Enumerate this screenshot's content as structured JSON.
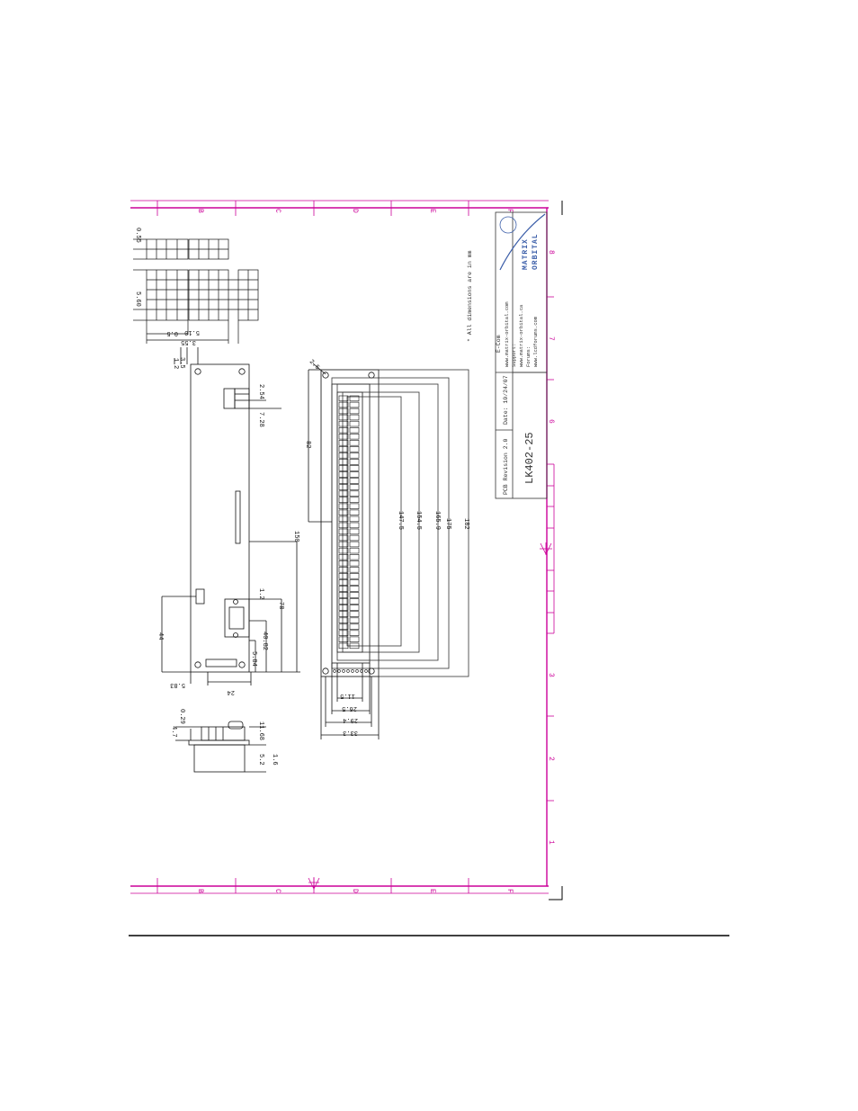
{
  "grid": {
    "row_letters": [
      "B",
      "C",
      "D",
      "E",
      "F"
    ],
    "col_numbers": [
      "8",
      "7",
      "6",
      "3",
      "2",
      "1"
    ]
  },
  "title_block": {
    "email_label": "E-Com",
    "email_lines": [
      "www.matrix-orbital.com",
      "Support:",
      "www.matrix-orbital.ca",
      "Forums:",
      "www.lcdforums.com"
    ],
    "date": "Date: 10/24/07",
    "revision": "PCB Revision 2.0",
    "part_number": "LK402-25",
    "logo_line1": "MATRIX",
    "logo_line2": "ORBITAL"
  },
  "note": "* All dimensions are in mm",
  "dims": {
    "char_pitch": "0.55",
    "char_h": "5.60",
    "char_w1": "0.5",
    "char_w2": "5.10",
    "char_w3": "3.55",
    "mount_3_5": "3.5",
    "mount_small_a": "1",
    "mount_small_b": "2",
    "conn_2_54": "2.54",
    "conn_7_28": "7.28",
    "side_82": "82",
    "side_150": "150",
    "side_78": "78",
    "side_44": "44",
    "side_40_82": "40.82",
    "side_5_84": "5.84",
    "side_1_2": "1.2",
    "bottom_24": "24",
    "bottom_5_83": "5.83",
    "front_147_5": "147.5",
    "front_154_5": "154.5",
    "front_165_9": "165.9",
    "front_175": "175",
    "front_182": "182",
    "front_2_5": "2.5",
    "front_11_5": "11.5",
    "front_26_5": "26.5",
    "front_29_4": "29.4",
    "front_33_3": "33.3",
    "prof_4_7": "4.7",
    "prof_0_29": "0.29",
    "prof_11_68": "11.68",
    "prof_5_2": "5.2",
    "prof_1_6": "1.6"
  }
}
